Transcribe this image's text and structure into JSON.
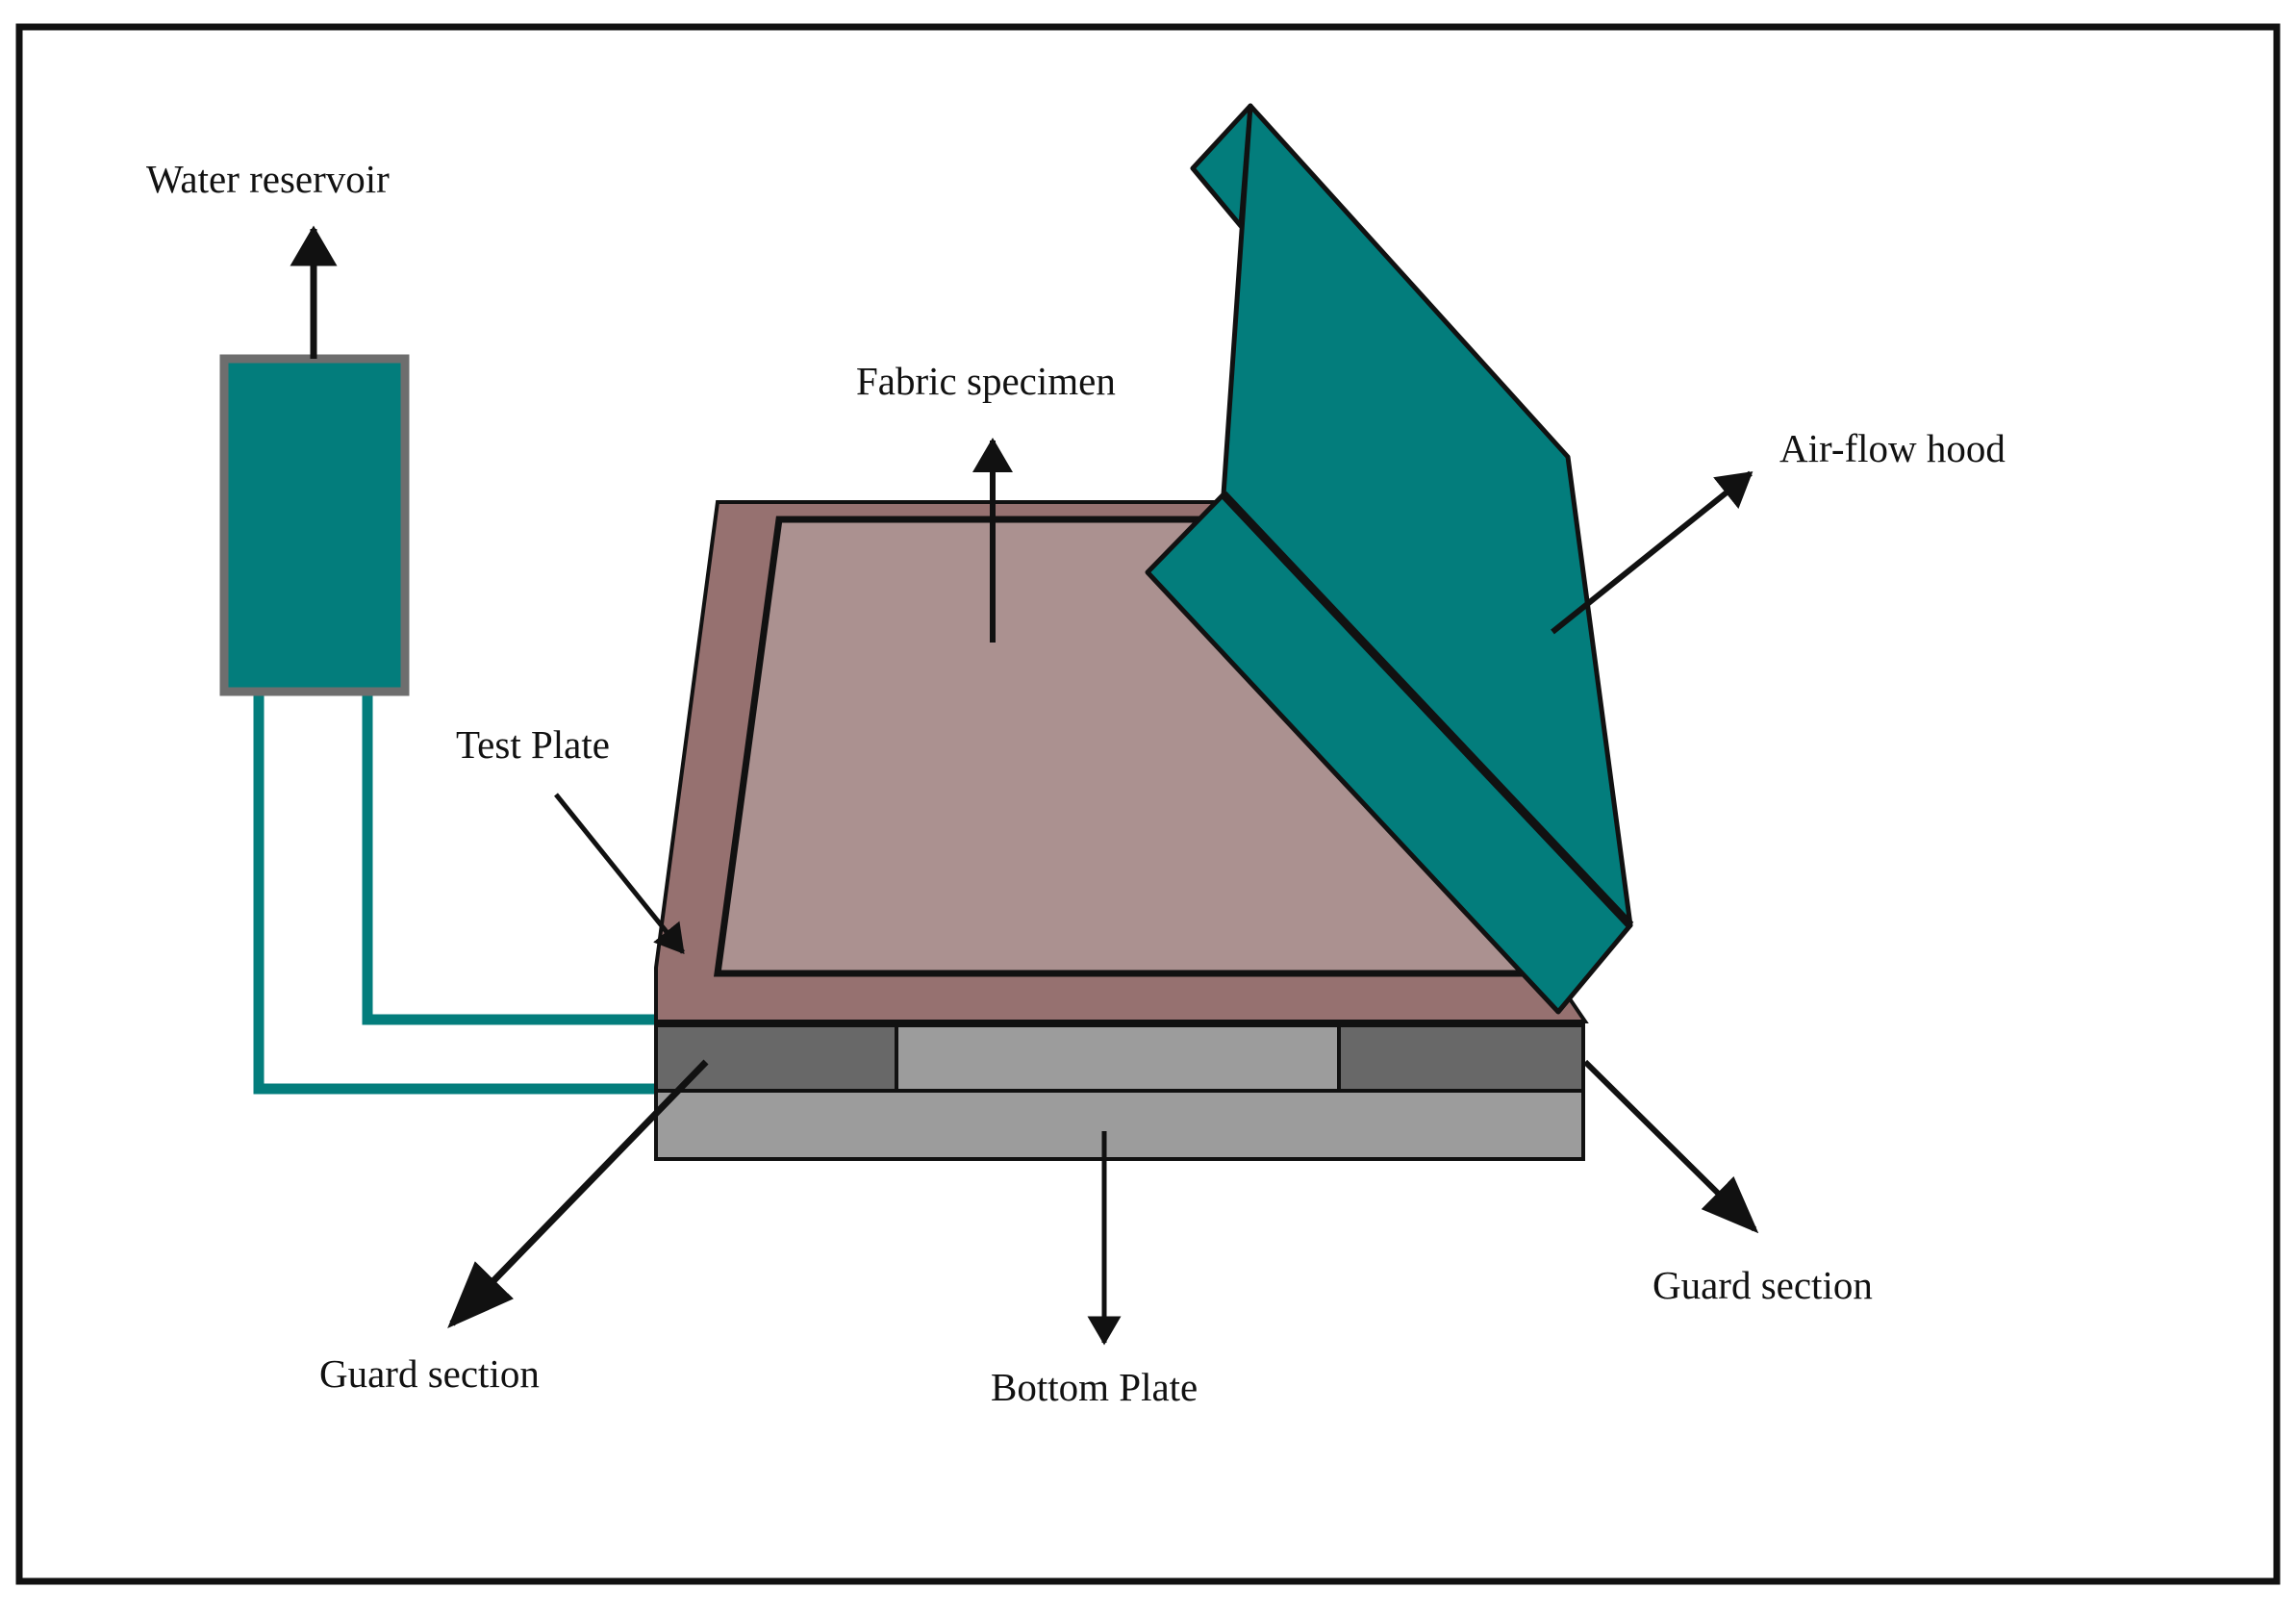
{
  "labels": {
    "water_reservoir": "Water reservoir",
    "fabric_specimen": "Fabric specimen",
    "air_flow_hood": "Air-flow hood",
    "test_plate": "Test Plate",
    "guard_section_left": "Guard section",
    "guard_section_right": "Guard section",
    "bottom_plate": "Bottom Plate"
  },
  "colors": {
    "teal": "#037d7c",
    "plate_border": "#967170",
    "specimen": "#ab9190",
    "guard": "#686868",
    "center_block": "#9c9c9c",
    "bottom_plate": "#9c9c9c",
    "reservoir_border": "#6e6e6e",
    "frame": "#111111"
  }
}
